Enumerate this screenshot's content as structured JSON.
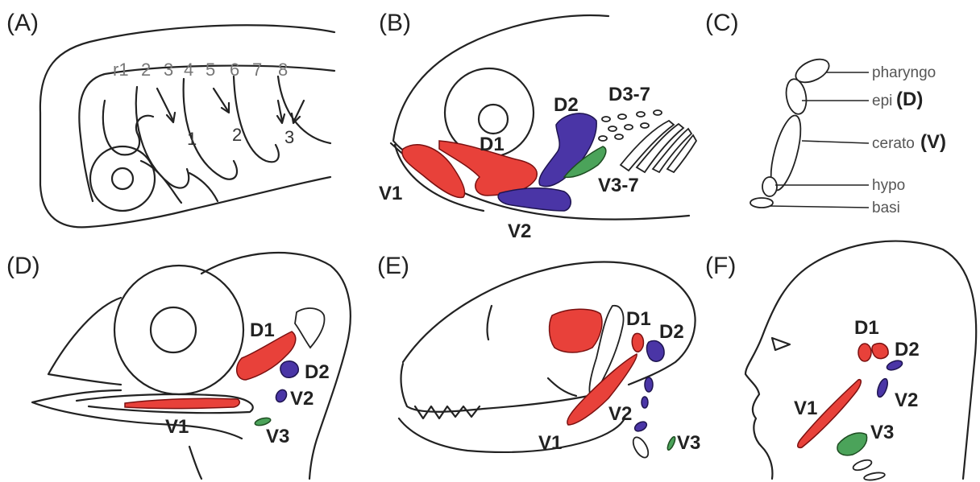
{
  "panels": [
    {
      "letter": "(A)",
      "rhombomeres": [
        "r1",
        "2",
        "3",
        "4",
        "5",
        "6",
        "7",
        "8"
      ],
      "arches": [
        "1",
        "2",
        "3"
      ]
    },
    {
      "letter": "(B)",
      "labels": {
        "d2": "D2",
        "d37": "D3-7",
        "d1": "D1",
        "v1": "V1",
        "v37": "V3-7",
        "v2": "V2"
      }
    },
    {
      "letter": "(C)",
      "labels": {
        "pharyngo": "pharyngo",
        "epi": "epi",
        "epi_code": "(D)",
        "cerato": "cerato",
        "cerato_code": "(V)",
        "hypo": "hypo",
        "basi": "basi"
      }
    },
    {
      "letter": "(D)",
      "labels": {
        "d1": "D1",
        "d2": "D2",
        "v2": "V2",
        "v1": "V1",
        "v3": "V3"
      }
    },
    {
      "letter": "(E)",
      "labels": {
        "d1": "D1",
        "d2": "D2",
        "v2": "V2",
        "v1": "V1",
        "v3": "V3"
      }
    },
    {
      "letter": "(F)",
      "labels": {
        "d1": "D1",
        "d2": "D2",
        "v2": "V2",
        "v1": "V1",
        "v3": "V3"
      }
    }
  ],
  "colors": {
    "dorsal_first": "#e8413a",
    "second_arch": "#4a35a6",
    "posterior_arches": "#4ba35a"
  }
}
